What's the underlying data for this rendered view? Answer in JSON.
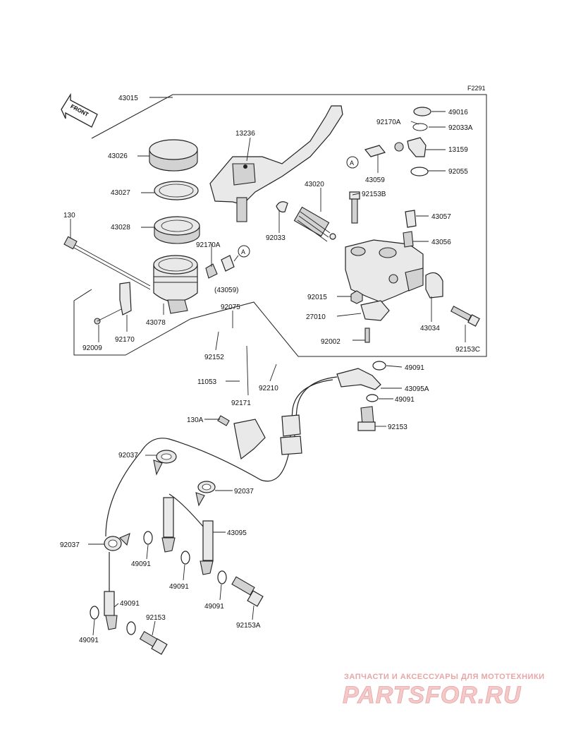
{
  "figure_code": "F2291",
  "front_arrow_label": "FRONT",
  "callout_circle_label": "A",
  "watermark": {
    "tagline": "ЗАПЧАСТИ И АКСЕССУАРЫ ДЛЯ МОТОТЕХНИКИ",
    "brand": "PARTSFOR.RU"
  },
  "part_labels": {
    "p43015": "43015",
    "p43026": "43026",
    "p43027": "43027",
    "p43028": "43028",
    "p130": "130",
    "p92170A_1": "92170A",
    "p43059_paren": "(43059)",
    "p43078": "43078",
    "p92009": "92009",
    "p92170": "92170",
    "p13236": "13236",
    "p43020": "43020",
    "p92033": "92033",
    "p92075": "92075",
    "p92152": "92152",
    "p11053": "11053",
    "p92210": "92210",
    "p92171": "92171",
    "p92170A_2": "92170A",
    "p49016": "49016",
    "p92033A": "92033A",
    "p13159": "13159",
    "p92055": "92055",
    "p43059": "43059",
    "p92153B": "92153B",
    "p43057": "43057",
    "p43056": "43056",
    "p92015": "92015",
    "p27010": "27010",
    "p92002": "92002",
    "p43034": "43034",
    "p92153C": "92153C",
    "p49091_a": "49091",
    "p43095A": "43095A",
    "p49091_b": "49091",
    "p92153_a": "92153",
    "p130A": "130A",
    "p92037_a": "92037",
    "p92037_b": "92037",
    "p92037_c": "92037",
    "p43095": "43095",
    "p49091_c": "49091",
    "p49091_d": "49091",
    "p49091_e": "49091",
    "p49091_f": "49091",
    "p49091_g": "49091",
    "p92153_b": "92153",
    "p92153A": "92153A"
  }
}
